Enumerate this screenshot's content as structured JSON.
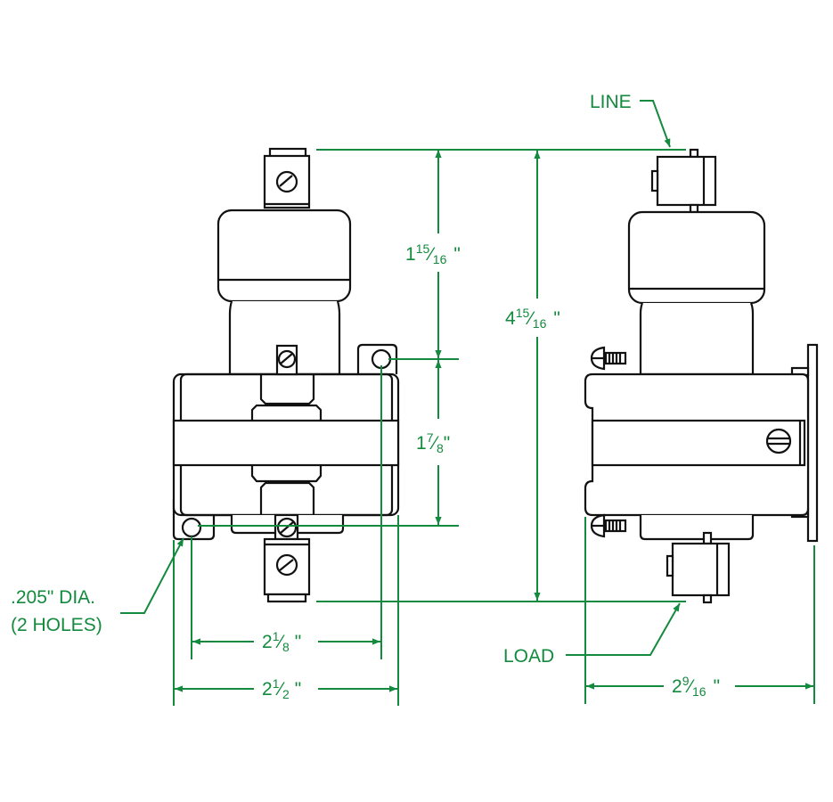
{
  "labels": {
    "line": "LINE",
    "load": "LOAD",
    "hole_dia": ".205\" DIA.",
    "hole_count": "(2 HOLES)"
  },
  "dimensions": {
    "top_to_mount": {
      "whole": "1",
      "num": "15",
      "den": "16",
      "unit": "\""
    },
    "mount_spacing_v": {
      "whole": "1",
      "num": "7",
      "den": "8",
      "unit": "\""
    },
    "overall_height": {
      "whole": "4",
      "num": "15",
      "den": "16",
      "unit": "\""
    },
    "hole_spacing_h": {
      "whole": "2",
      "num": "1",
      "den": "8",
      "unit": "\""
    },
    "overall_width": {
      "whole": "2",
      "num": "1",
      "den": "2",
      "unit": "\""
    },
    "depth": {
      "whole": "2",
      "num": "9",
      "den": "16",
      "unit": "\""
    }
  },
  "colors": {
    "dimension": "#138a3e",
    "outline": "#111111"
  }
}
